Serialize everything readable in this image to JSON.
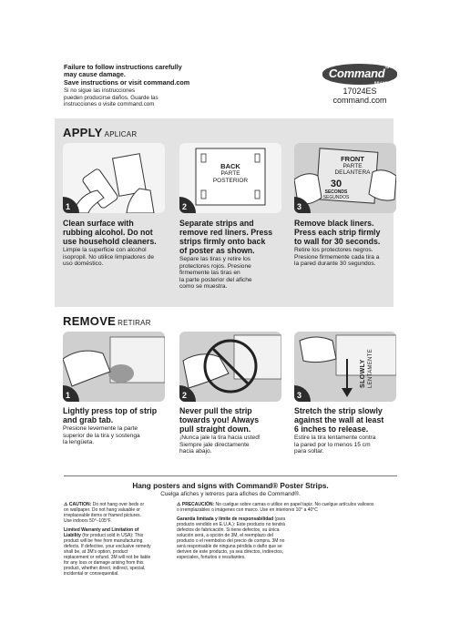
{
  "header": {
    "warning_en_line1": "Failure to follow instructions carefully",
    "warning_en_line2": "may cause damage.",
    "warning_en_line3": "Save instructions or visit command.com",
    "warning_es_line1": "Si no sigue las instrucciones",
    "warning_es_line2": "pueden producirse daños. Guarde las",
    "warning_es_line3": "instrucciones o visite command.com",
    "logo_text": "Command",
    "logo_tm": "™",
    "logo_brand": "BRAND",
    "sku": "17024ES",
    "website": "command.com"
  },
  "apply": {
    "title": "APPLY",
    "title_es": "APLICAR",
    "steps": [
      {
        "number": "1",
        "en_lines": [
          "Clean surface with",
          "rubbing alcohol. Do not",
          "use household cleaners."
        ],
        "es_lines": [
          "Limpie la superficie con alcohol",
          "isopropil. No utilice limpiadores de",
          "uso doméstico."
        ]
      },
      {
        "number": "2",
        "label_en": "BACK",
        "label_es_1": "PARTE",
        "label_es_2": "POSTERIOR",
        "en_lines": [
          "Separate strips and",
          "remove red liners. Press",
          "strips firmly onto back",
          "of poster as shown."
        ],
        "es_lines": [
          "Separe las tiras y retire los",
          "protectores rojos. Presione",
          "firmemente las tiras en",
          "la parte posterior del afiche",
          "como se muestra."
        ]
      },
      {
        "number": "3",
        "label_en": "FRONT",
        "label_es_1": "PARTE",
        "label_es_2": "DELANTERA",
        "seconds_num": "30",
        "seconds_en": "SECONDS",
        "seconds_es": "SEGUNDOS",
        "en_lines": [
          "Remove black liners.",
          "Press each strip firmly",
          "to wall for 30 seconds."
        ],
        "es_lines": [
          "Retire los protectores negros.",
          "Presione firmemente cada tira a",
          "la pared durante 30 segundos."
        ]
      }
    ]
  },
  "remove": {
    "title": "REMOVE",
    "title_es": "RETIRAR",
    "steps": [
      {
        "number": "1",
        "en_lines": [
          "Lightly press top of strip",
          "and grab tab."
        ],
        "es_lines": [
          "Presione levemente la parte",
          "superior de la tira y sostenga",
          "la lengüeta."
        ]
      },
      {
        "number": "2",
        "en_lines": [
          "Never pull the strip",
          "towards you! Always",
          "pull straight down."
        ],
        "es_lines": [
          "¡Nunca jale la tira hacia usted!",
          "Siempre jale directamente",
          "hacia abajo."
        ]
      },
      {
        "number": "3",
        "slowly_en": "SLOWLY",
        "slowly_es": "LENTAMENTE",
        "en_lines": [
          "Stretch the strip slowly",
          "against the wall at least",
          "6 inches to release."
        ],
        "es_lines": [
          "Estire la tira lentamente contra",
          "la pared por lo menos 15 cm",
          "para soltar."
        ]
      }
    ]
  },
  "footer": {
    "title": "Hang posters and signs with Command® Poster Strips.",
    "subtitle": "Cuelga afiches y letreros para afiches de Command®.",
    "caution_label": "⚠ CAUTION:",
    "caution_lines": [
      " Do not hang over beds or",
      "on wallpaper. Do not hang valuable or",
      "irreplaceable items or framed pictures.",
      "Use indoors 50°–105°F."
    ],
    "warranty_label_1": "Limited Warranty and Limitation of",
    "warranty_label_2": "Liability",
    "warranty_lines": [
      " (for product sold in USA): This",
      "product will be free from manufacturing",
      "defects. If defective, your exclusive remedy",
      "shall be, at 3M's option, product",
      "replacement or refund. 3M will not be liable",
      "for any loss or damage arising from this",
      "product, whether direct, indirect, special,",
      "incidental or consequential."
    ],
    "precaucion_label": "⚠ PRECAUCIÓN:",
    "precaucion_lines": [
      " No cuelgue sobre camas o utilice en papel tapiz. No cuelgue artículos valiosos",
      "o irremplazables o imágenes con marco. Use en interiores 10° a 40°C"
    ],
    "garantia_label": "Garantía limitada y límite de responsabilidad",
    "garantia_lines": [
      " (para",
      "producto vendido en E.U.A.): Este producto no tendrá",
      "defectos de fabricación. Si tiene defectos, su única",
      "solución será, a opción de 3M, el reemplazo del",
      "producto o el reembolso del precio de compra. 3M no",
      "será responsable de ninguna pérdida o daño que se",
      "deriven de este producto, ya sea directos, indirectos,",
      "especiales, fortuitos o resultantes."
    ]
  }
}
